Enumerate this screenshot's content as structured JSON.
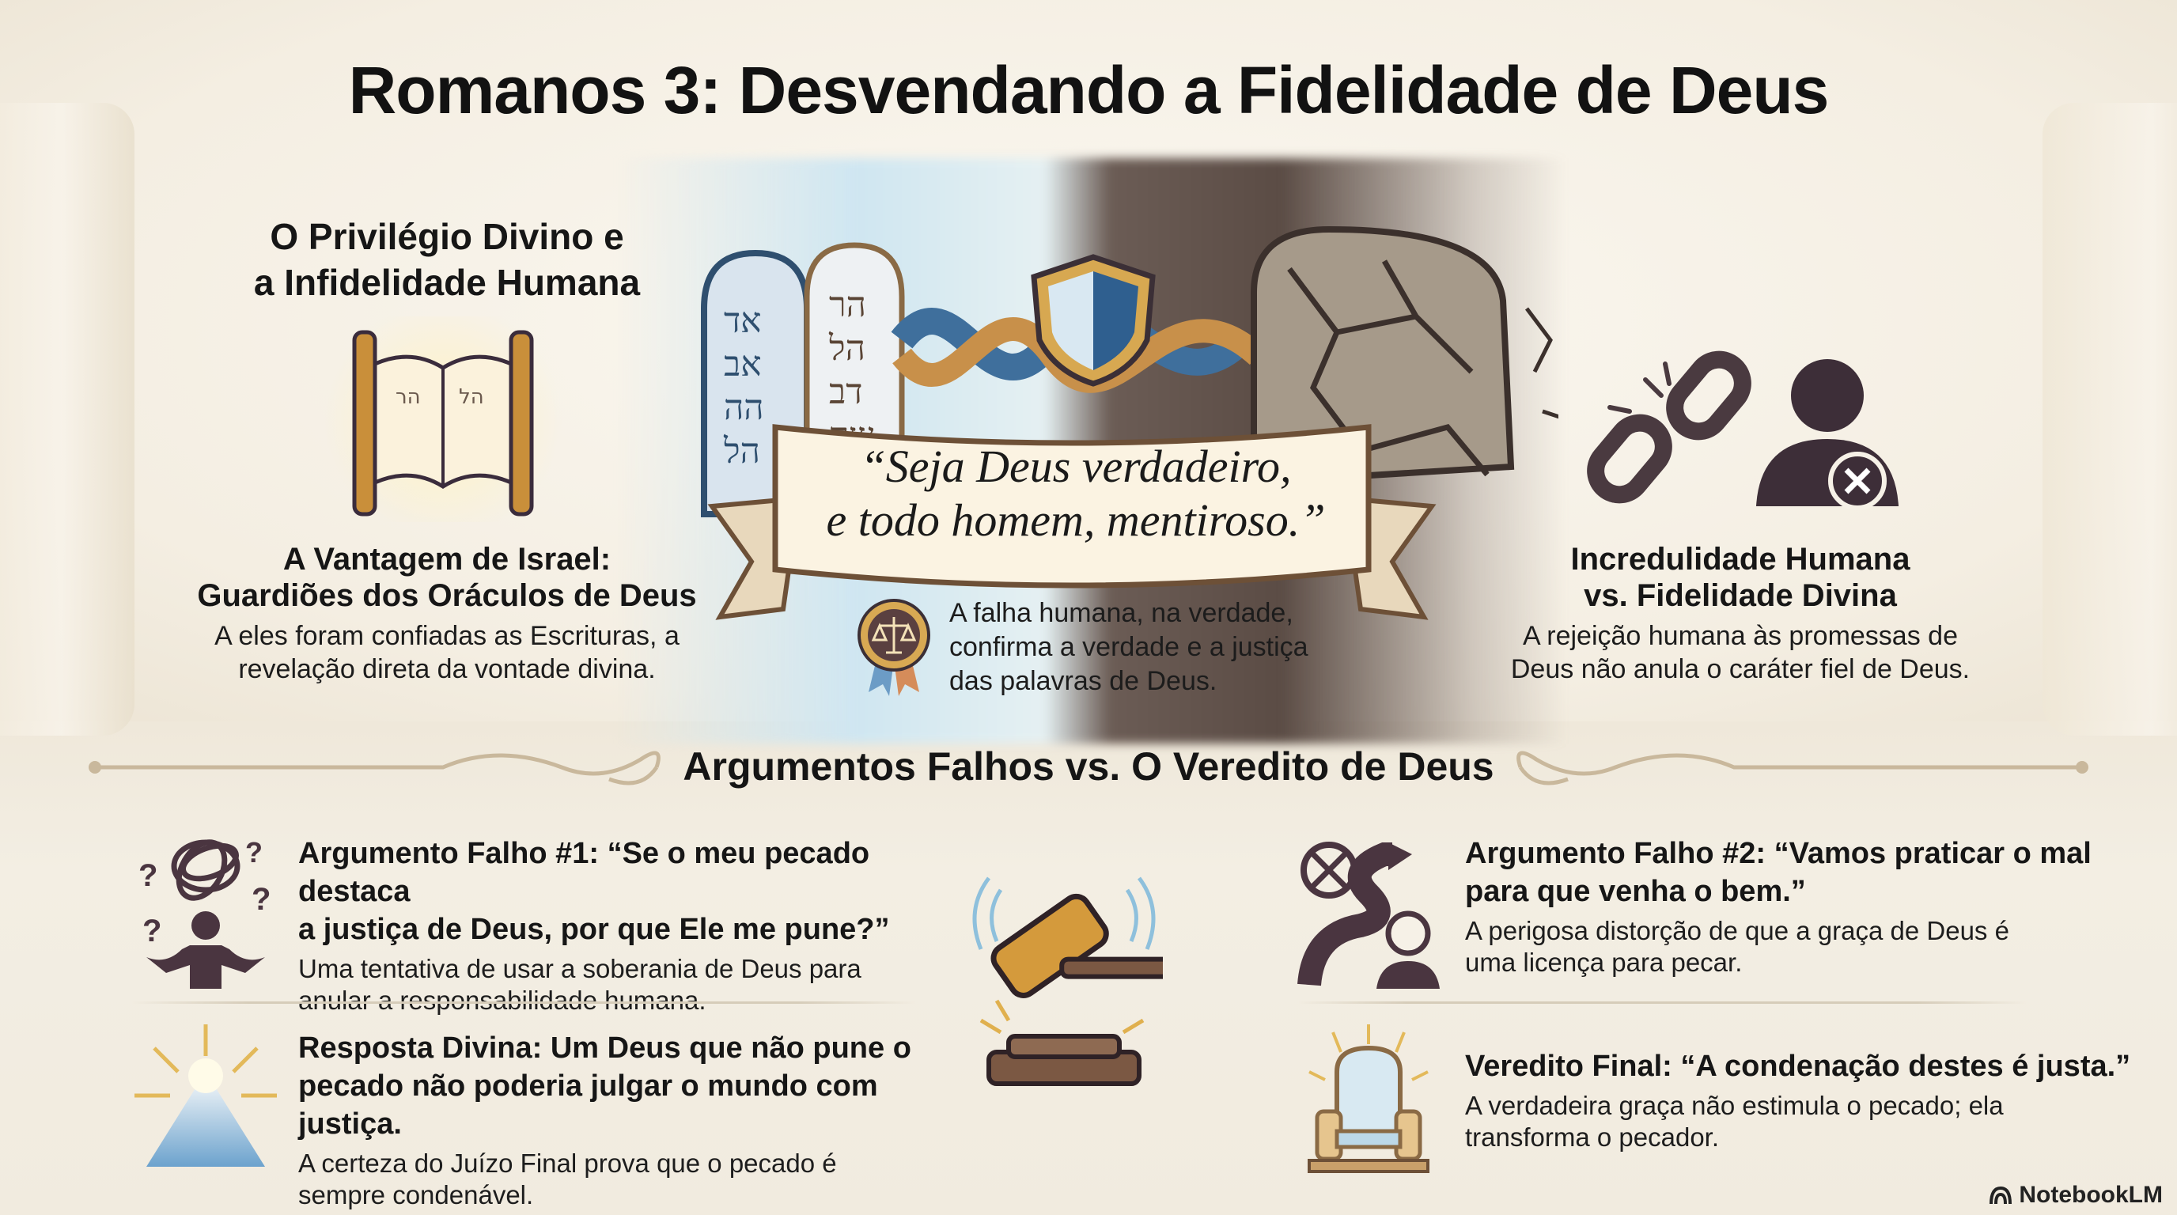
{
  "title": "Romanos 3: Desvendando a Fidelidade de Deus",
  "top": {
    "left": {
      "heading_line1": "O Privilégio Divino e",
      "heading_line2": "a Infidelidade Humana",
      "icon": "torah-scroll-icon",
      "subheading_line1": "A Vantagem de Israel:",
      "subheading_line2": "Guardiões dos Oráculos de Deus",
      "desc_line1": "A eles foram confiadas as Escrituras, a",
      "desc_line2": "revelação direta da vontade divina."
    },
    "center": {
      "tablet_left_letters": [
        "אד",
        "אב",
        "הה",
        "הל"
      ],
      "tablet_right_letters": [
        "הר",
        "הל",
        "דב",
        "שה"
      ],
      "quote_line1": "“Seja Deus verdadeiro,",
      "quote_line2": "e todo homem, mentiroso.”",
      "medal_icon": "scales-medal-icon",
      "desc_line1": "A falha humana, na verdade,",
      "desc_line2": "confirma a verdade e a justiça",
      "desc_line3": "das palavras de Deus."
    },
    "right": {
      "icons": [
        "broken-chain-icon",
        "rejected-person-icon"
      ],
      "heading_line1": "Incredulidade Humana",
      "heading_line2": "vs. Fidelidade Divina",
      "desc_line1": "A rejeição humana às promessas de",
      "desc_line2": "Deus não anula o caráter fiel de Deus."
    }
  },
  "section_title": "Argumentos Falhos vs. O Veredito de Deus",
  "bottom": {
    "items": [
      {
        "icon": "confused-person-icon",
        "heading_line1": "Argumento Falho #1: “Se o meu pecado destaca",
        "heading_line2": "a justiça de Deus, por que Ele me pune?”",
        "desc_line1": "Uma tentativa de usar a soberania de Deus para",
        "desc_line2": "anular a responsabilidade humana."
      },
      {
        "icon": "divine-light-icon",
        "heading_line1": "Resposta Divina: Um Deus que não pune o",
        "heading_line2": "pecado não poderia julgar o mundo com justiça.",
        "desc_line1": "A certeza do Juízo Final prova que o pecado é",
        "desc_line2": "sempre condenável."
      },
      {
        "icon": "twisted-road-icon",
        "heading_line1": "Argumento Falho #2: “Vamos praticar o mal",
        "heading_line2": "para que venha o bem.”",
        "desc_line1": "A perigosa distorção de que a graça de Deus é",
        "desc_line2": "uma licença para pecar."
      },
      {
        "icon": "throne-icon",
        "heading_line1": "Veredito Final: “A condenação destes é justa.”",
        "heading_line2": "",
        "desc_line1": "A verdadeira graça não estimula o pecado; ela",
        "desc_line2": "transforma o pecador."
      }
    ],
    "center_icon": "gavel-icon"
  },
  "brand": "NotebookLM",
  "colors": {
    "background": "#f6f1e7",
    "text": "#161616",
    "icon_brown": "#4a3540",
    "gold": "#d9a441",
    "blue": "#6fa3c8"
  }
}
